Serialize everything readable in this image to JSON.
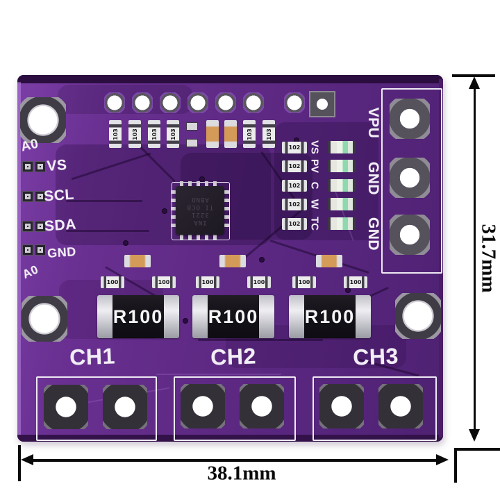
{
  "product_photo": {
    "description": "purple INA3221 triple current sensor breakout PCB",
    "left_silkscreen_labels": [
      "A0",
      "VS",
      "SCL",
      "SDA",
      "GND",
      "A0"
    ],
    "power_header_labels": [
      "VPU",
      "GND",
      "GND"
    ],
    "channel_labels": [
      "CH1",
      "CH2",
      "CH3"
    ],
    "shunt_resistor_label": "R100",
    "pullup_resistor_value": "103",
    "led_resistor_value": "102",
    "filter_resistor_value": "100",
    "led_silkscreen_labels": [
      "VS",
      "PV",
      "C",
      "W",
      "TC"
    ],
    "ic_marking_lines": [
      "INA",
      "3221",
      "TI OCB",
      "ABNO"
    ]
  },
  "dimension_annotations": {
    "board_width": "38.1mm",
    "board_height": "31.7mm"
  },
  "colors": {
    "pcb_purple": "#5f2a85",
    "pcb_dark_pour": "#3a1154",
    "silkscreen_white": "#f2eef6",
    "shunt_black": "#15121a",
    "capacitor_tan": "#d49a58",
    "led_green": "#8fd9ae",
    "dimension_black": "#0a0a0a"
  }
}
